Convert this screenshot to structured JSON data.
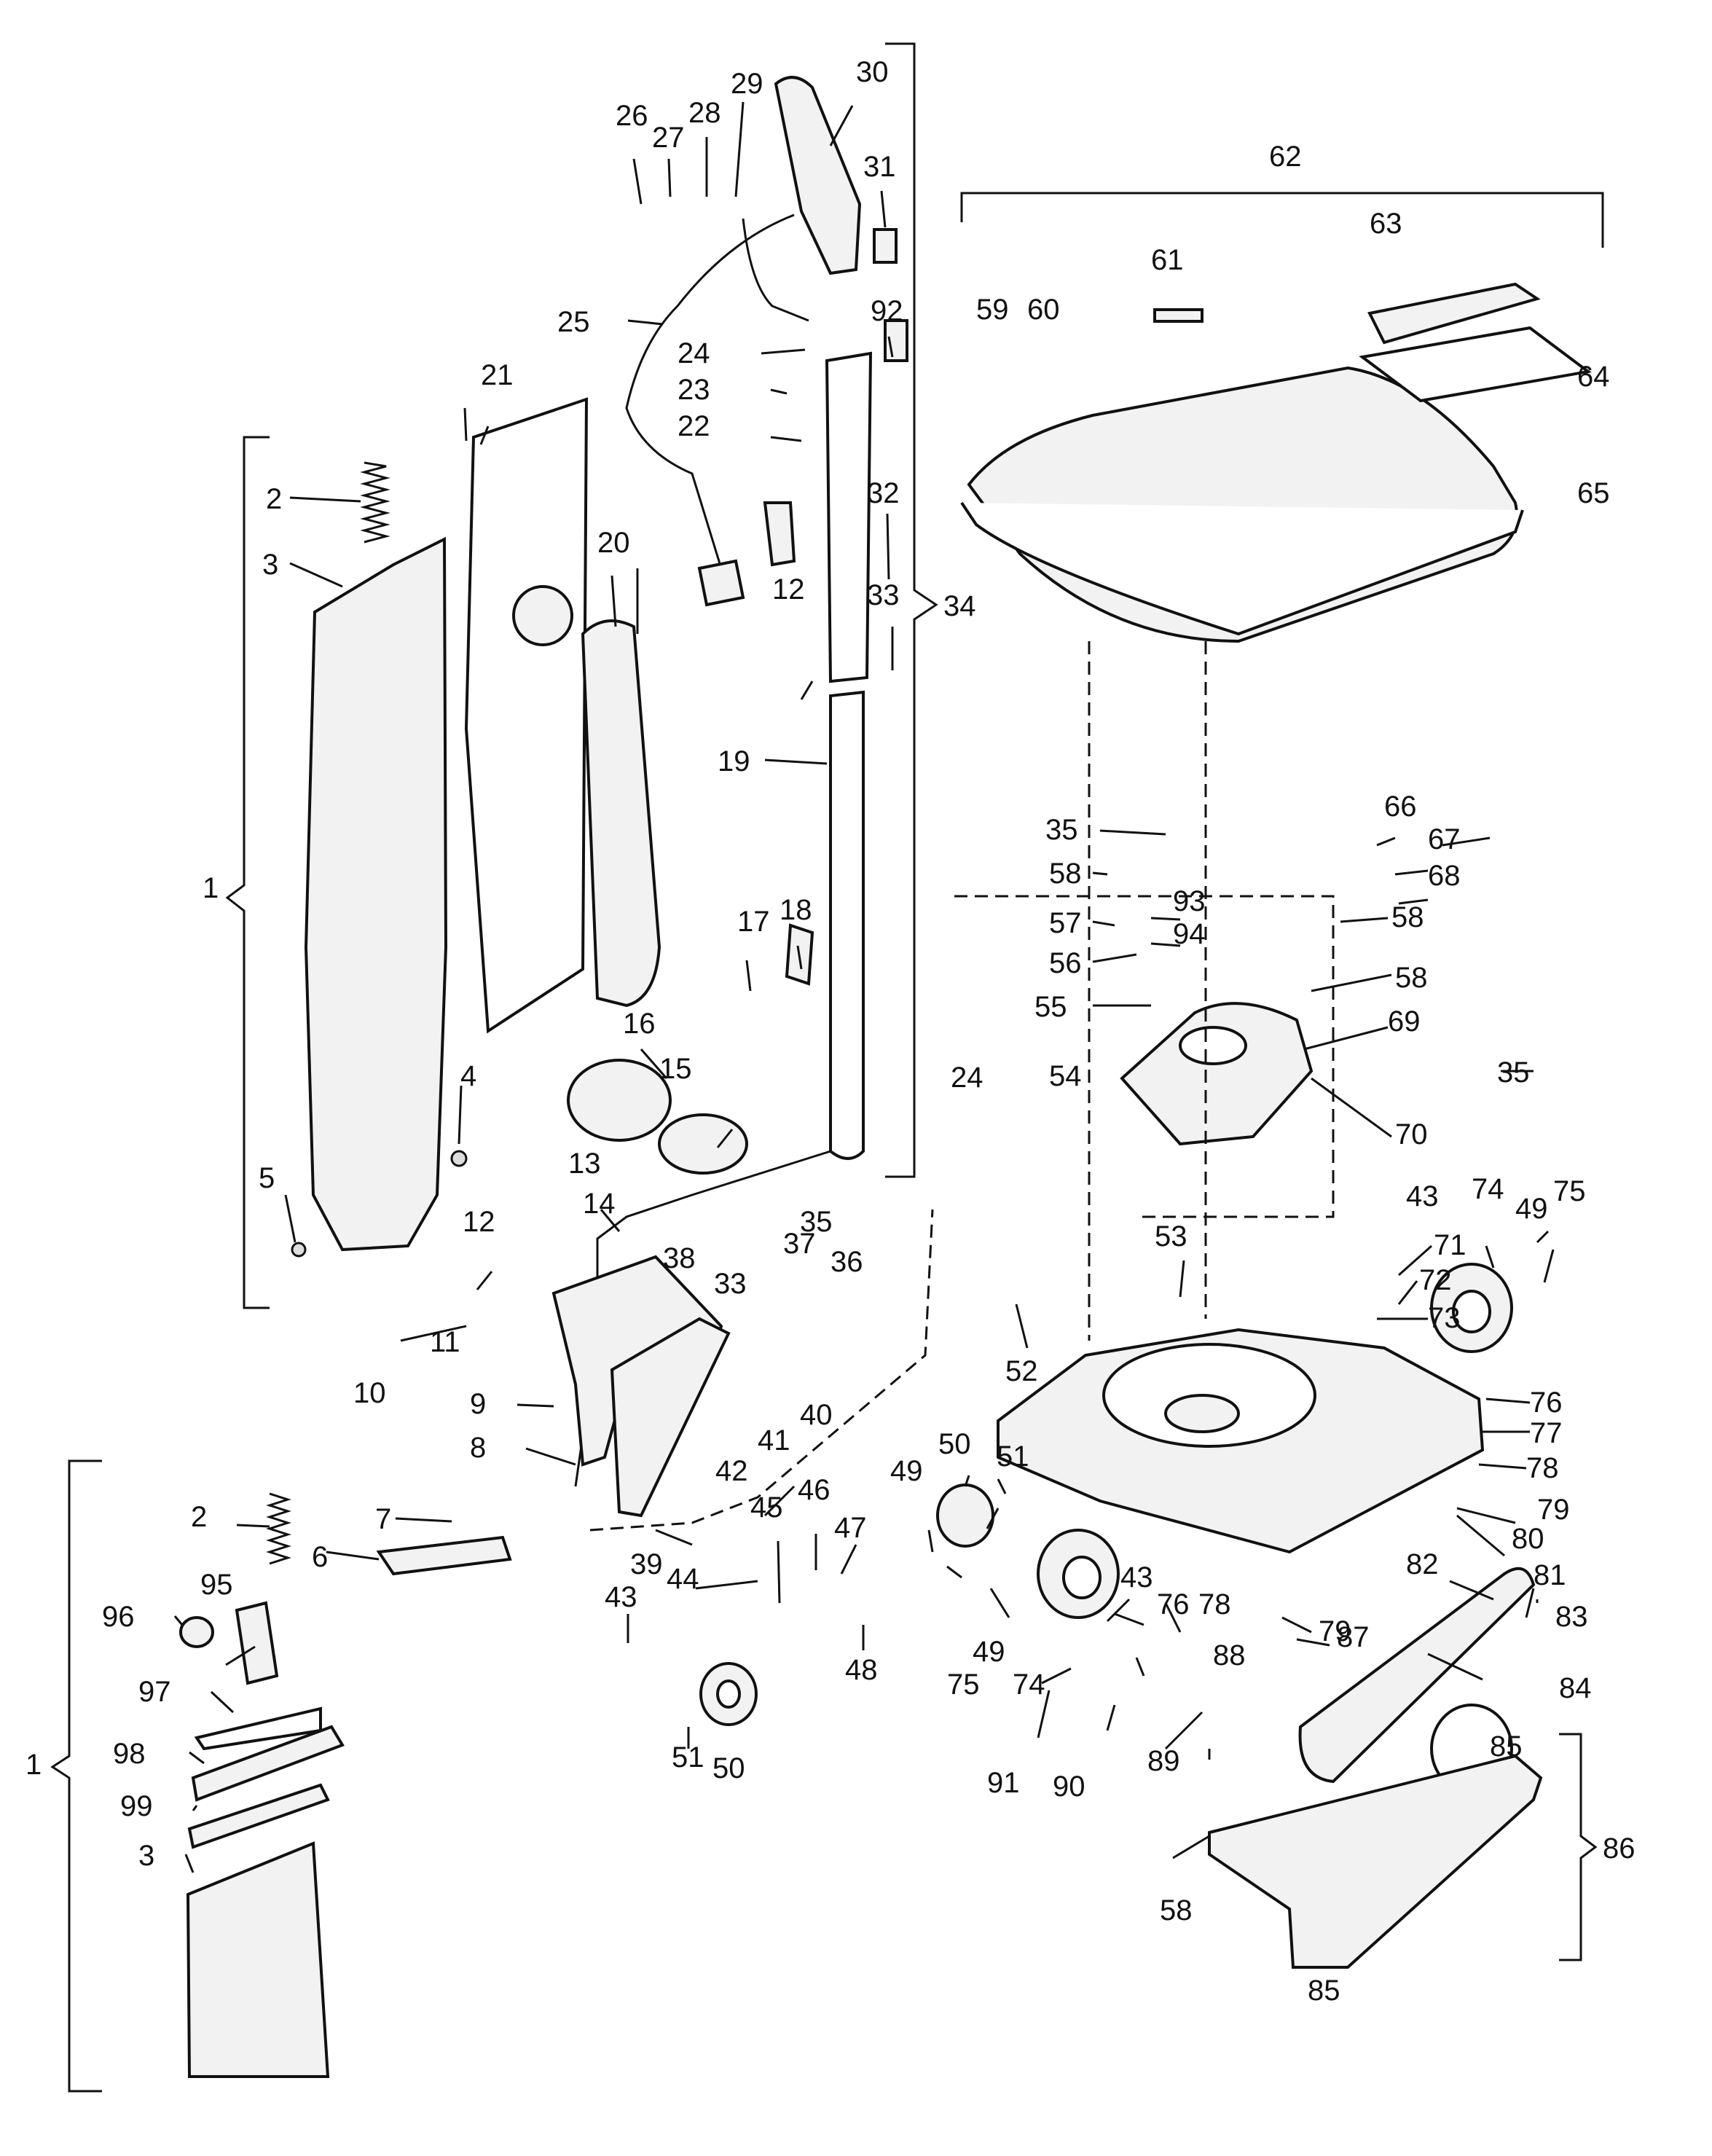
{
  "labels": {
    "l1a": "1",
    "l1b": "1",
    "l2a": "2",
    "l2b": "2",
    "l3a": "3",
    "l3b": "3",
    "l4": "4",
    "l5": "5",
    "l6": "6",
    "l7": "7",
    "l8": "8",
    "l9": "9",
    "l10": "10",
    "l11": "11",
    "l12a": "12",
    "l12b": "12",
    "l13": "13",
    "l14": "14",
    "l15": "15",
    "l16": "16",
    "l17": "17",
    "l18": "18",
    "l19": "19",
    "l20": "20",
    "l21": "21",
    "l22": "22",
    "l23": "23",
    "l24a": "24",
    "l24b": "24",
    "l25": "25",
    "l26": "26",
    "l27": "27",
    "l28": "28",
    "l29": "29",
    "l30": "30",
    "l31": "31",
    "l32": "32",
    "l33a": "33",
    "l33b": "33",
    "l34": "34",
    "l35a": "35",
    "l35b": "35",
    "l35c": "35",
    "l36": "36",
    "l37": "37",
    "l38": "38",
    "l39": "39",
    "l40": "40",
    "l41": "41",
    "l42": "42",
    "l43a": "43",
    "l43b": "43",
    "l43c": "43",
    "l44": "44",
    "l45": "45",
    "l46": "46",
    "l47": "47",
    "l48": "48",
    "l49a": "49",
    "l49b": "49",
    "l49c": "49",
    "l50a": "50",
    "l50b": "50",
    "l51a": "51",
    "l51b": "51",
    "l52": "52",
    "l53": "53",
    "l54": "54",
    "l55": "55",
    "l56": "56",
    "l57": "57",
    "l58a": "58",
    "l58b": "58",
    "l58c": "58",
    "l58d": "58",
    "l59": "59",
    "l60": "60",
    "l61": "61",
    "l62": "62",
    "l63": "63",
    "l64": "64",
    "l65": "65",
    "l66": "66",
    "l67": "67",
    "l68": "68",
    "l69": "69",
    "l70": "70",
    "l71": "71",
    "l72": "72",
    "l73": "73",
    "l74a": "74",
    "l74b": "74",
    "l75a": "75",
    "l75b": "75",
    "l76a": "76",
    "l76b": "76",
    "l77": "77",
    "l78a": "78",
    "l78b": "78",
    "l79a": "79",
    "l79b": "79",
    "l80": "80",
    "l81": "81",
    "l82": "82",
    "l83": "83",
    "l84": "84",
    "l85a": "85",
    "l85b": "85",
    "l86": "86",
    "l87": "87",
    "l88": "88",
    "l89": "89",
    "l90": "90",
    "l91": "91",
    "l92": "92",
    "l93": "93",
    "l94": "94",
    "l95": "95",
    "l96": "96",
    "l97": "97",
    "l98": "98",
    "l99": "99"
  }
}
